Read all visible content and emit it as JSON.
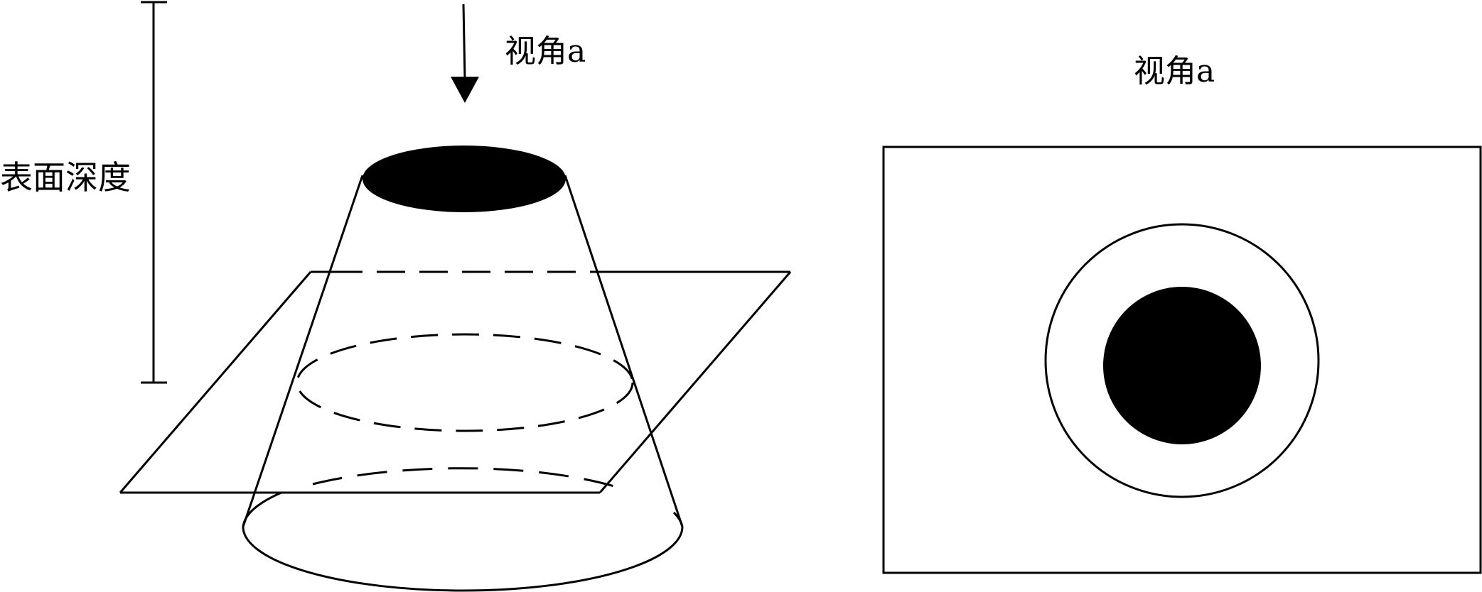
{
  "labels": {
    "surface_depth": "表面深度",
    "view_a_left": "视角a",
    "view_a_right": "视角a"
  },
  "colors": {
    "stroke": "#000000",
    "fill_dark": "#000000",
    "background": "#ffffff"
  }
}
